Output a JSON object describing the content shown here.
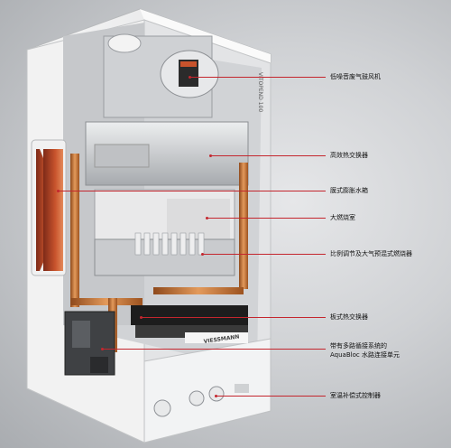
{
  "brand": {
    "side_text": "VITOPEND 100",
    "front_text": "VIESSMANN"
  },
  "labels": [
    {
      "id": "fan",
      "text": "低噪音废气鼓风机"
    },
    {
      "id": "hx",
      "text": "高效热交换器"
    },
    {
      "id": "expansion",
      "text": "膜式膨胀水箱"
    },
    {
      "id": "chamber",
      "text": "大燃烧室"
    },
    {
      "id": "burner",
      "text": "比例调节及大气预混式燃烧器"
    },
    {
      "id": "plate",
      "text": "板式热交换器"
    },
    {
      "id": "aquabloc",
      "text": "带有多路循接系统的",
      "text2": "AquaBloc 水路连接单元"
    },
    {
      "id": "control",
      "text": "室温补偿式控制器"
    }
  ],
  "colors": {
    "leader": "#c4262e",
    "copper": "#c8763a",
    "casing": "#f4f4f4",
    "interior": "#d5d6d8"
  }
}
